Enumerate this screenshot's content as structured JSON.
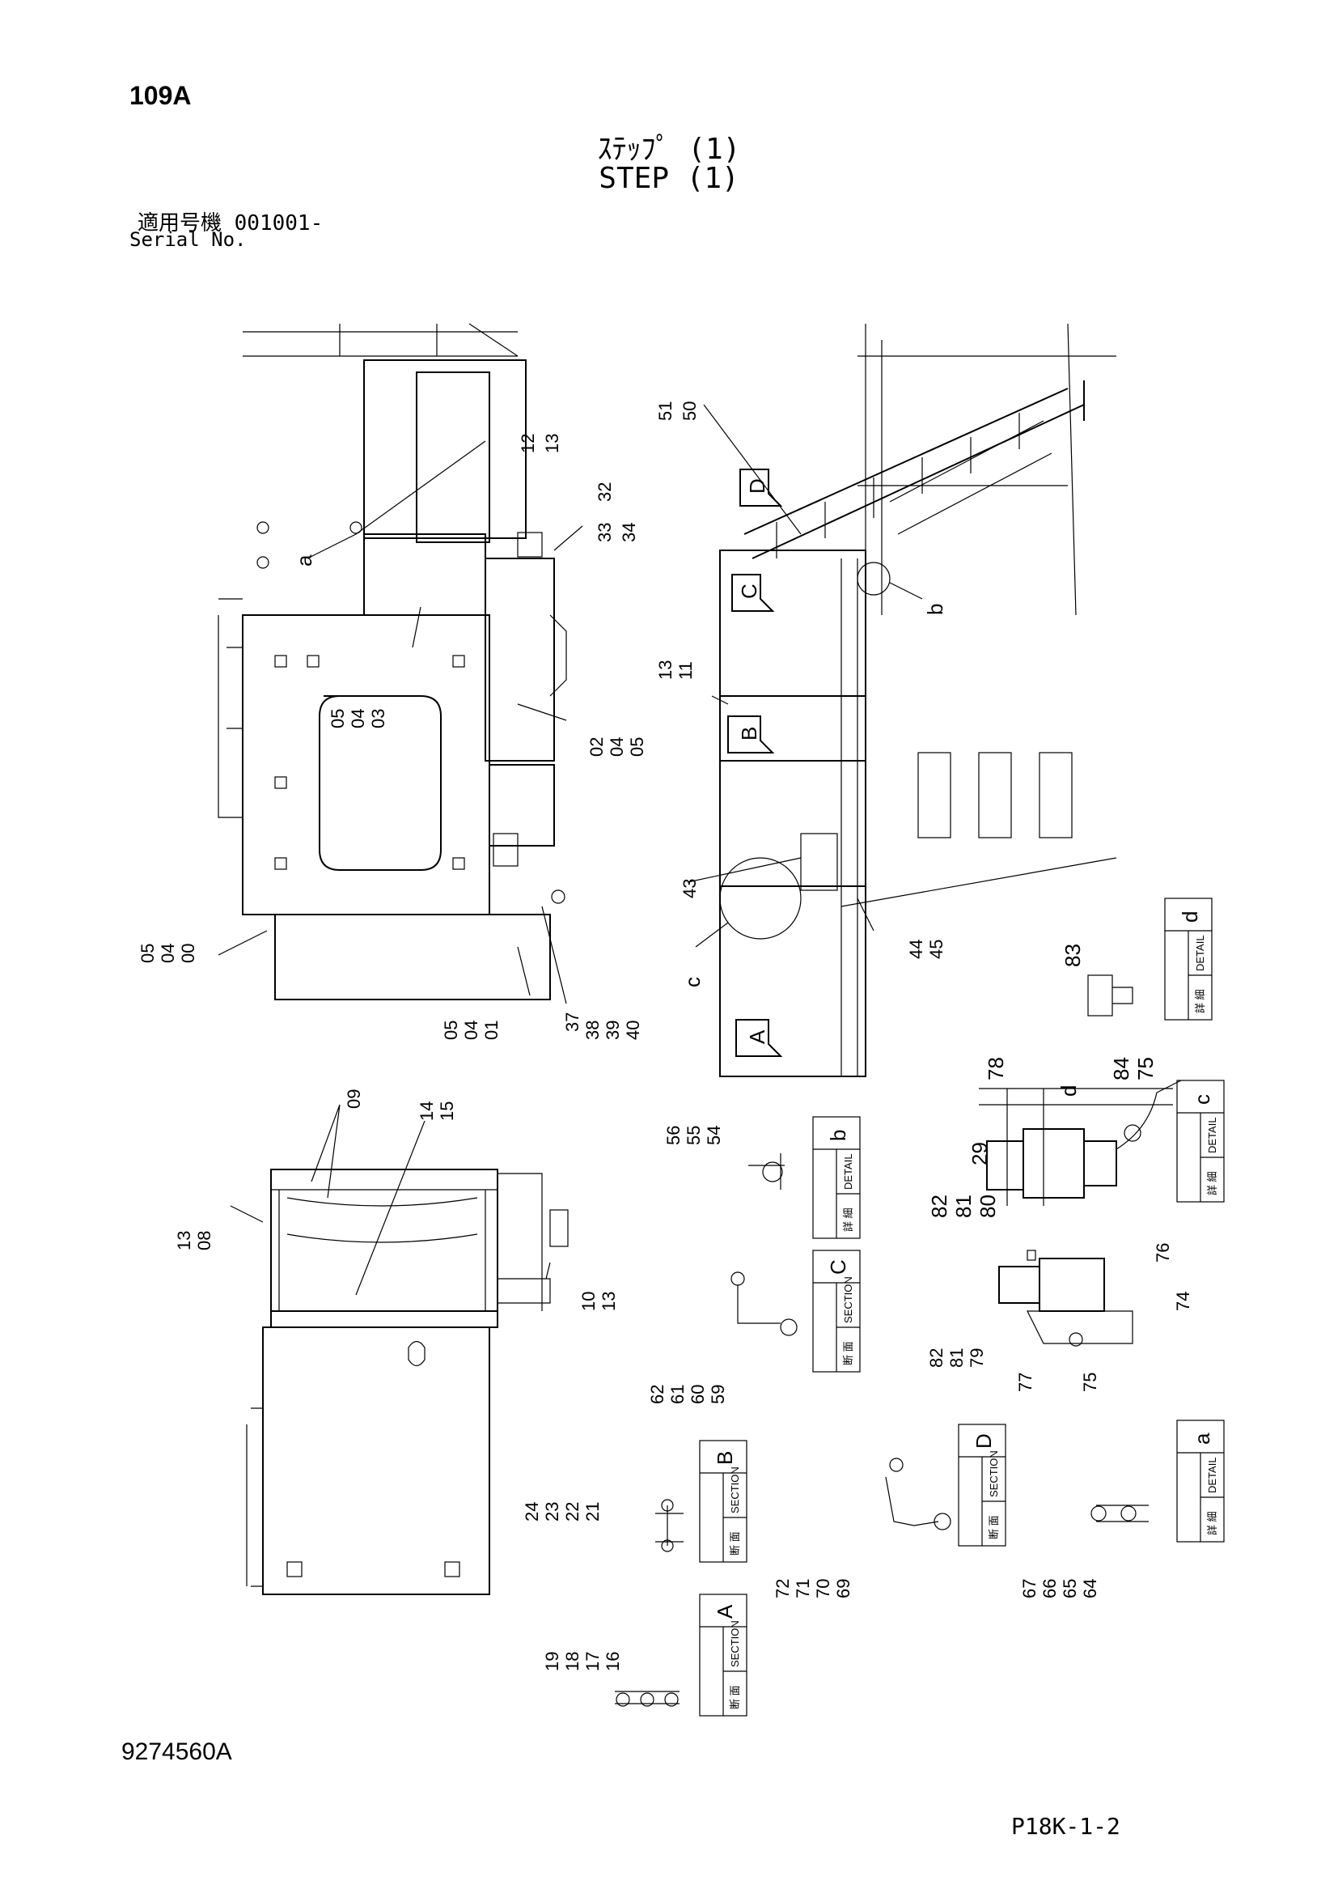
{
  "header": {
    "page_code": "109A",
    "title_jp": "ｽﾃｯﾌﾟ (1)",
    "title_en": "STEP (1)",
    "serial_jp": "適用号機 001001-",
    "serial_en": "Serial No."
  },
  "footer": {
    "doc_number": "9274560A",
    "page_ref": "P18K-1-2"
  },
  "callouts": {
    "c12": "12",
    "c13": "13",
    "c32": "32",
    "c33": "33",
    "c34": "34",
    "ca": "a",
    "c05a": "05",
    "c04a": "04",
    "c03": "03",
    "c02": "02",
    "c04b": "04",
    "c05b": "05",
    "c05c": "05",
    "c04c": "04",
    "c00": "00",
    "c05d": "05",
    "c04d": "04",
    "c01": "01",
    "c37": "37",
    "c38": "38",
    "c39": "39",
    "c40": "40",
    "c51": "51",
    "c50": "50",
    "cb": "b",
    "c13b": "13",
    "c11": "11",
    "c43": "43",
    "cc": "c",
    "c44": "44",
    "c45": "45",
    "c83": "83",
    "c09": "09",
    "c14": "14",
    "c15": "15",
    "c13c": "13",
    "c08": "08",
    "c10": "10",
    "c13d": "13",
    "c56": "56",
    "c55": "55",
    "c54": "54",
    "c78": "78",
    "cd": "d",
    "c84": "84",
    "c75": "75",
    "c29": "29",
    "c82": "82",
    "c81": "81",
    "c80": "80",
    "c62": "62",
    "c61": "61",
    "c60": "60",
    "c59": "59",
    "c76": "76",
    "c74": "74",
    "c82b": "82",
    "c81b": "81",
    "c79": "79",
    "c77": "77",
    "c75b": "75",
    "c24": "24",
    "c23": "23",
    "c22": "22",
    "c21": "21",
    "c72": "72",
    "c71": "71",
    "c70": "70",
    "c69": "69",
    "c67": "67",
    "c66": "66",
    "c65": "65",
    "c64": "64",
    "c19": "19",
    "c18": "18",
    "c17": "17",
    "c16": "16"
  },
  "view_markers": {
    "A": "A",
    "B": "B",
    "C": "C",
    "D": "D"
  },
  "detail_boxes": [
    {
      "id": "detail-d",
      "jp": "詳 細",
      "en": "DETAIL",
      "letter": "d"
    },
    {
      "id": "detail-c",
      "jp": "詳 細",
      "en": "DETAIL",
      "letter": "c"
    },
    {
      "id": "detail-b",
      "jp": "詳 細",
      "en": "DETAIL",
      "letter": "b"
    },
    {
      "id": "detail-a",
      "jp": "詳 細",
      "en": "DETAIL",
      "letter": "a"
    },
    {
      "id": "section-c",
      "jp": "断 面",
      "en": "SECTION",
      "letter": "C"
    },
    {
      "id": "section-b",
      "jp": "断 面",
      "en": "SECTION",
      "letter": "B"
    },
    {
      "id": "section-d",
      "jp": "断 面",
      "en": "SECTION",
      "letter": "D"
    },
    {
      "id": "section-a",
      "jp": "断 面",
      "en": "SECTION",
      "letter": "A"
    }
  ]
}
